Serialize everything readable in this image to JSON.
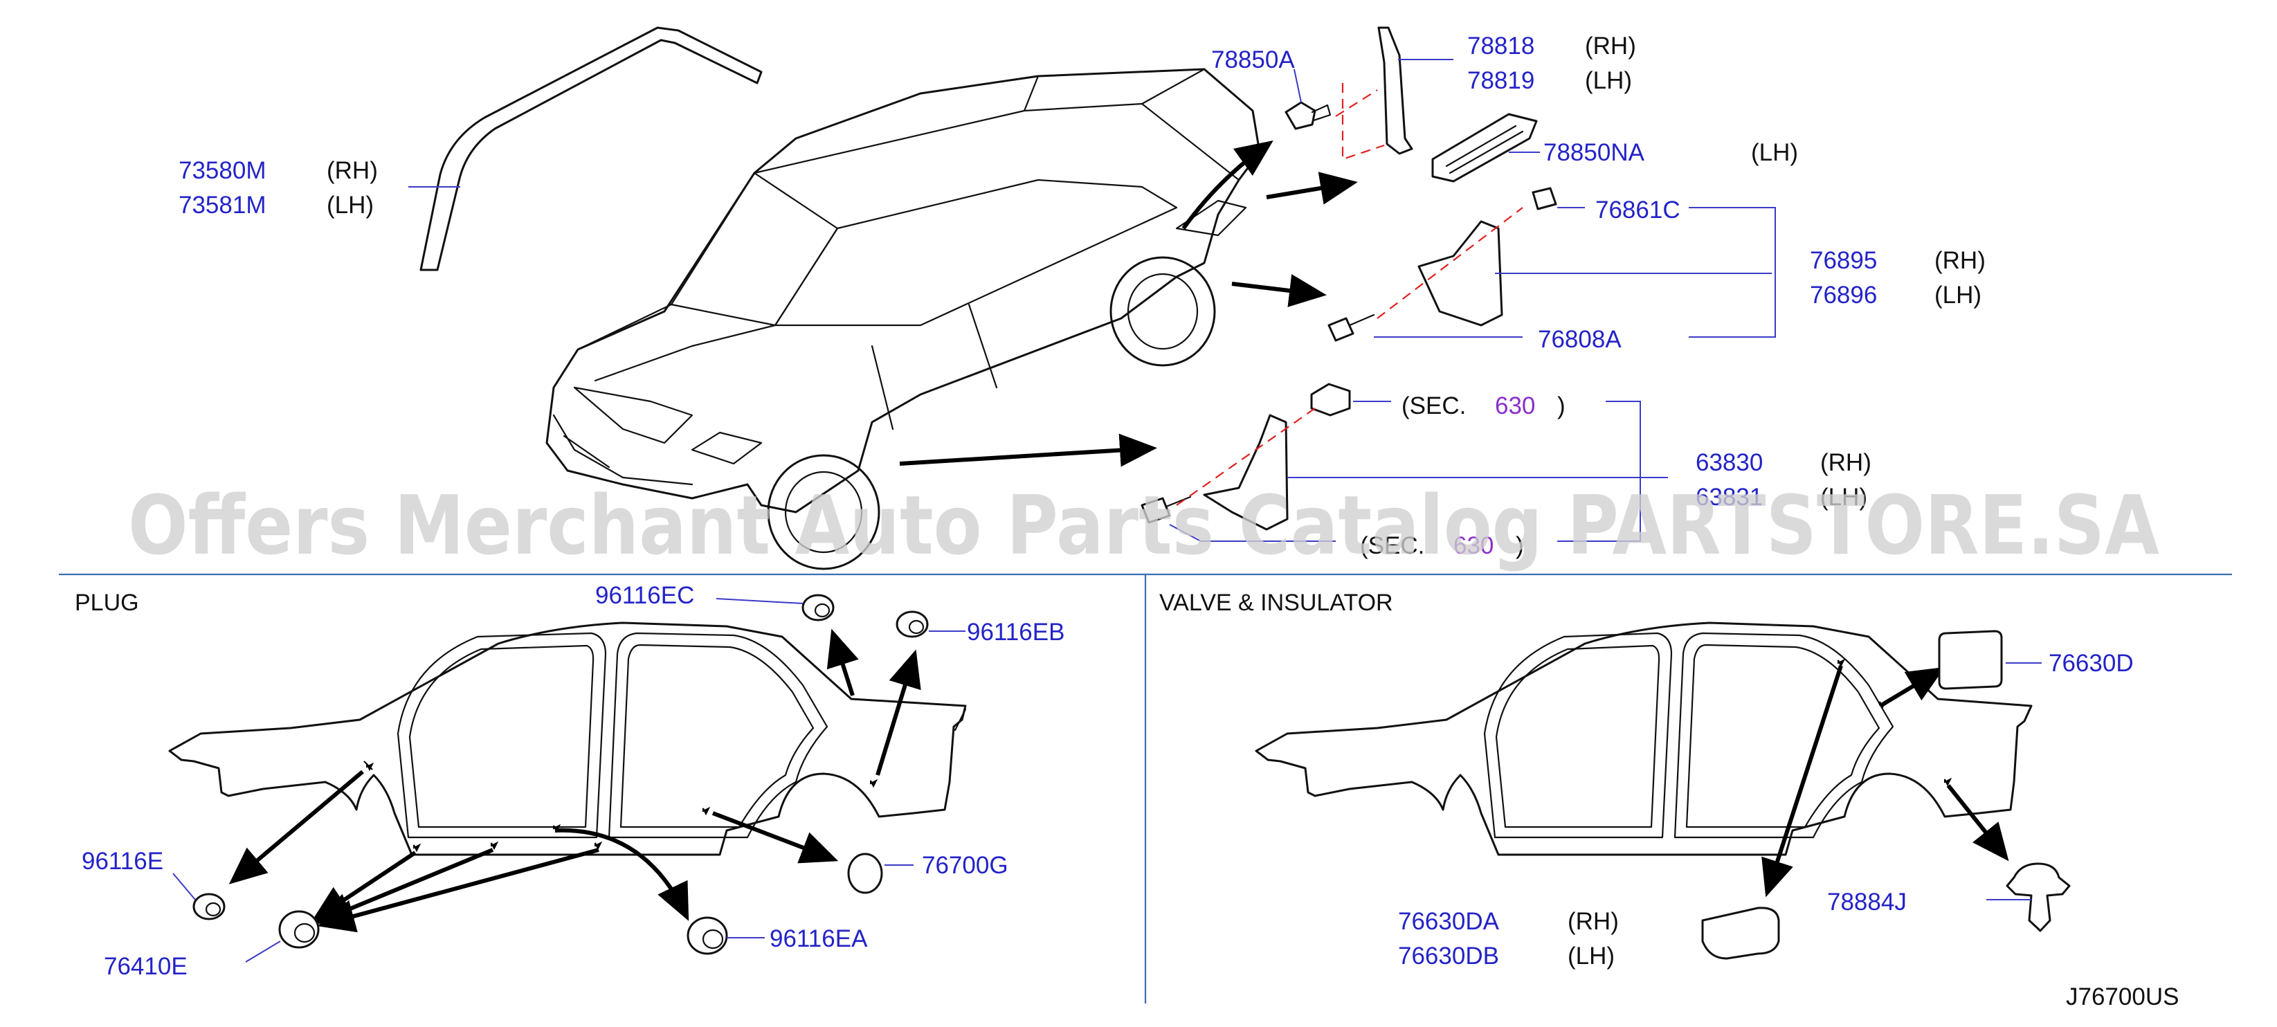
{
  "watermark": "Offers Merchant Auto Parts Catalog PARTSTORE.SA",
  "diagram_code": "J76700US",
  "sections": {
    "plug": "PLUG",
    "valve": "VALVE & INSULATOR"
  },
  "upper": {
    "p73580m": "73580M",
    "p73580m_side": "(RH)",
    "p73581m": "73581M",
    "p73581m_side": "(LH)",
    "p78850a": "78850A",
    "p78818": "78818",
    "p78818_side": "(RH)",
    "p78819": "78819",
    "p78819_side": "(LH)",
    "p78850na": "78850NA",
    "p78850na_side": "(LH)",
    "p76861c": "76861C",
    "p76895": "76895",
    "p76895_side": "(RH)",
    "p76896": "76896",
    "p76896_side": "(LH)",
    "p76808a": "76808A",
    "sec1_prefix": "(SEC.",
    "sec1_num": "630",
    "sec1_suffix": ")",
    "p63830": "63830",
    "p63830_side": "(RH)",
    "p63831": "63831",
    "p63831_side": "(LH)",
    "sec2_prefix": "(SEC.",
    "sec2_num": "630",
    "sec2_suffix": ")"
  },
  "plug": {
    "p96116ec": "96116EC",
    "p96116eb": "96116EB",
    "p96116e": "96116E",
    "p76700g": "76700G",
    "p76410e": "76410E",
    "p96116ea": "96116EA"
  },
  "valve": {
    "p76630d": "76630D",
    "p78884j": "78884J",
    "p76630da": "76630DA",
    "p76630da_side": "(RH)",
    "p76630db": "76630DB",
    "p76630db_side": "(LH)"
  }
}
